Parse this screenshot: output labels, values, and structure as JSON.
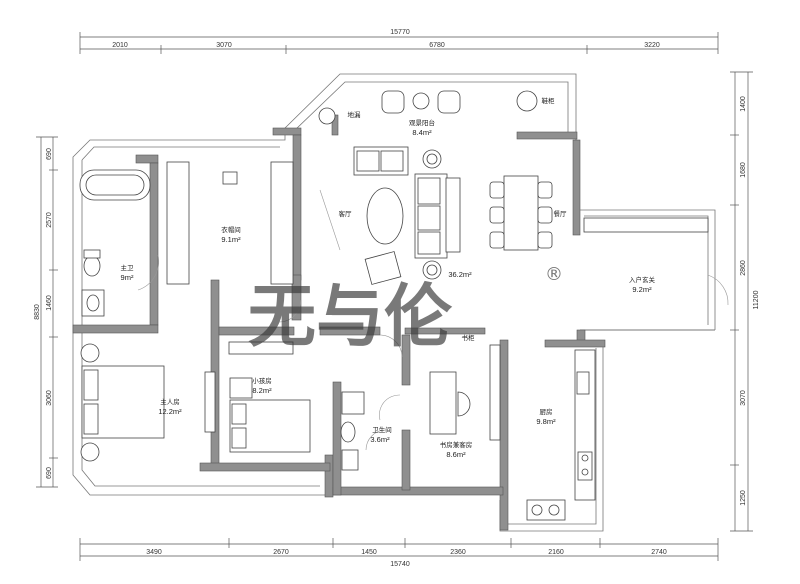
{
  "dimensions": {
    "top_total": "15770",
    "top_segments": [
      "2010",
      "3070",
      "6780",
      "3220"
    ],
    "bottom_segments": [
      "3490",
      "2670",
      "1450",
      "2360",
      "2160",
      "2740"
    ],
    "bottom_total": "15740",
    "left_segments": [
      "690",
      "2570",
      "1460",
      "3060",
      "690"
    ],
    "left_total": "8830",
    "right_segments": [
      "1400",
      "1680",
      "2860",
      "3070",
      "1250"
    ],
    "right_total": "11200"
  },
  "rooms": {
    "viewing_balcony": {
      "name": "观景阳台",
      "area": "8.4m²"
    },
    "balcony_left_label": "地漏",
    "balcony_right_label": "鞋柜",
    "cloakroom": {
      "name": "衣帽间",
      "area": "9.1m²"
    },
    "living_room": {
      "name": "客厅",
      "area": "36.2m²"
    },
    "dining": {
      "name": "餐厅"
    },
    "entrance": {
      "name": "入户玄关",
      "area": "9.2m²"
    },
    "master_bath": {
      "name": "主卫",
      "area": "9m²"
    },
    "master_bedroom": {
      "name": "主人房",
      "area": "12.2m²"
    },
    "small_bedroom": {
      "name": "小孩房",
      "area": "8.2m²"
    },
    "bathroom": {
      "name": "卫生间",
      "area": "3.6m²"
    },
    "study_guest": {
      "name": "书房兼客房",
      "area": "8.6m²"
    },
    "kitchen": {
      "name": "厨房",
      "area": "9.8m²"
    },
    "study_cabinet_label": "书柜"
  },
  "watermark": {
    "text": "无与伦",
    "mark": "®"
  }
}
